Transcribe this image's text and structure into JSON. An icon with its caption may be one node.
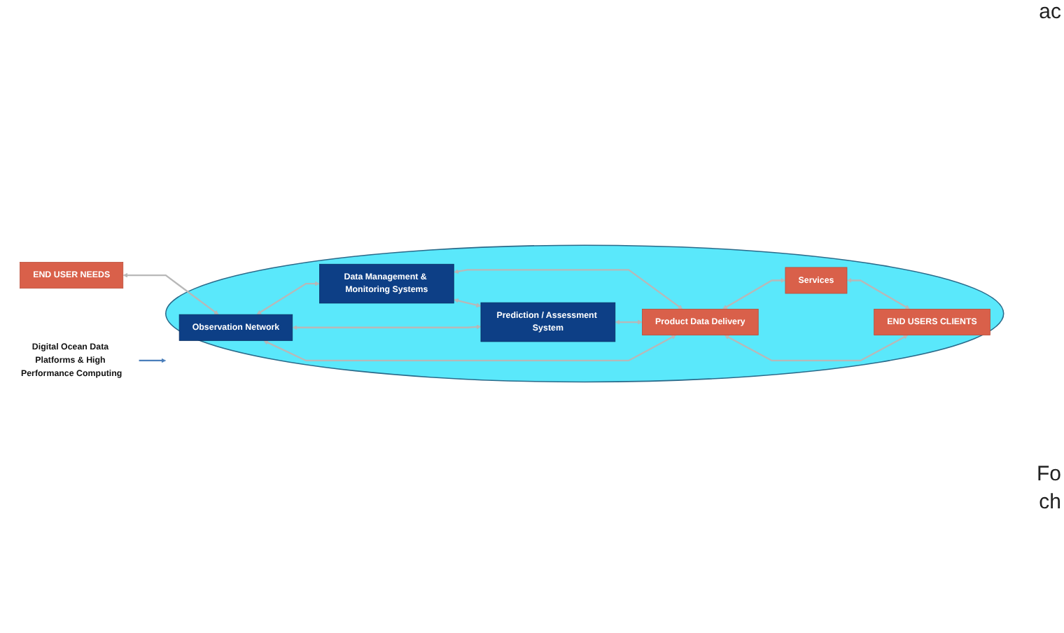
{
  "diagram": {
    "nodes": [
      {
        "text": [],
        "shape": "ellipse"
      },
      {
        "text": [
          "END USER NEEDS"
        ]
      },
      {
        "text": [
          "Observation Network"
        ],
        "in": 0
      },
      {
        "text": [
          "Data Management & Monitoring Systems"
        ],
        "in": 0
      },
      {
        "text": [
          "Product Data Delivery"
        ],
        "in": 0
      },
      {
        "text": [
          "Prediction / Assessment System"
        ],
        "in": 0
      },
      {
        "text": [
          "Services"
        ],
        "in": 0
      },
      {
        "text": [
          "END USERS CLIENTS"
        ],
        "in": 0
      },
      {
        "text": [
          "Digital Ocean Data Platforms & High Performance Computing"
        ]
      }
    ],
    "edges": [
      {
        "from": 1,
        "to": 2,
        "arrow": "both"
      },
      {
        "from": 2,
        "to": 3,
        "arrow": "both"
      },
      {
        "from": 3,
        "to": 4,
        "arrow": "both"
      },
      {
        "from": 2,
        "to": 5,
        "arrow": "both"
      },
      {
        "from": 5,
        "to": 4,
        "arrow": "both"
      },
      {
        "from": 2,
        "to": 4,
        "arrow": "both"
      },
      {
        "from": 3,
        "to": 5,
        "arrow": "both"
      },
      {
        "from": 4,
        "to": 6,
        "arrow": "both"
      },
      {
        "from": 4,
        "to": 7,
        "arrow": "both"
      },
      {
        "from": 6,
        "to": 7,
        "arrow": "both"
      },
      {
        "from": 8,
        "to": 0,
        "arrow": "to",
        "color": "#4a7ebb"
      }
    ],
    "labels": [
      "ac",
      "Fo",
      "ch"
    ]
  }
}
